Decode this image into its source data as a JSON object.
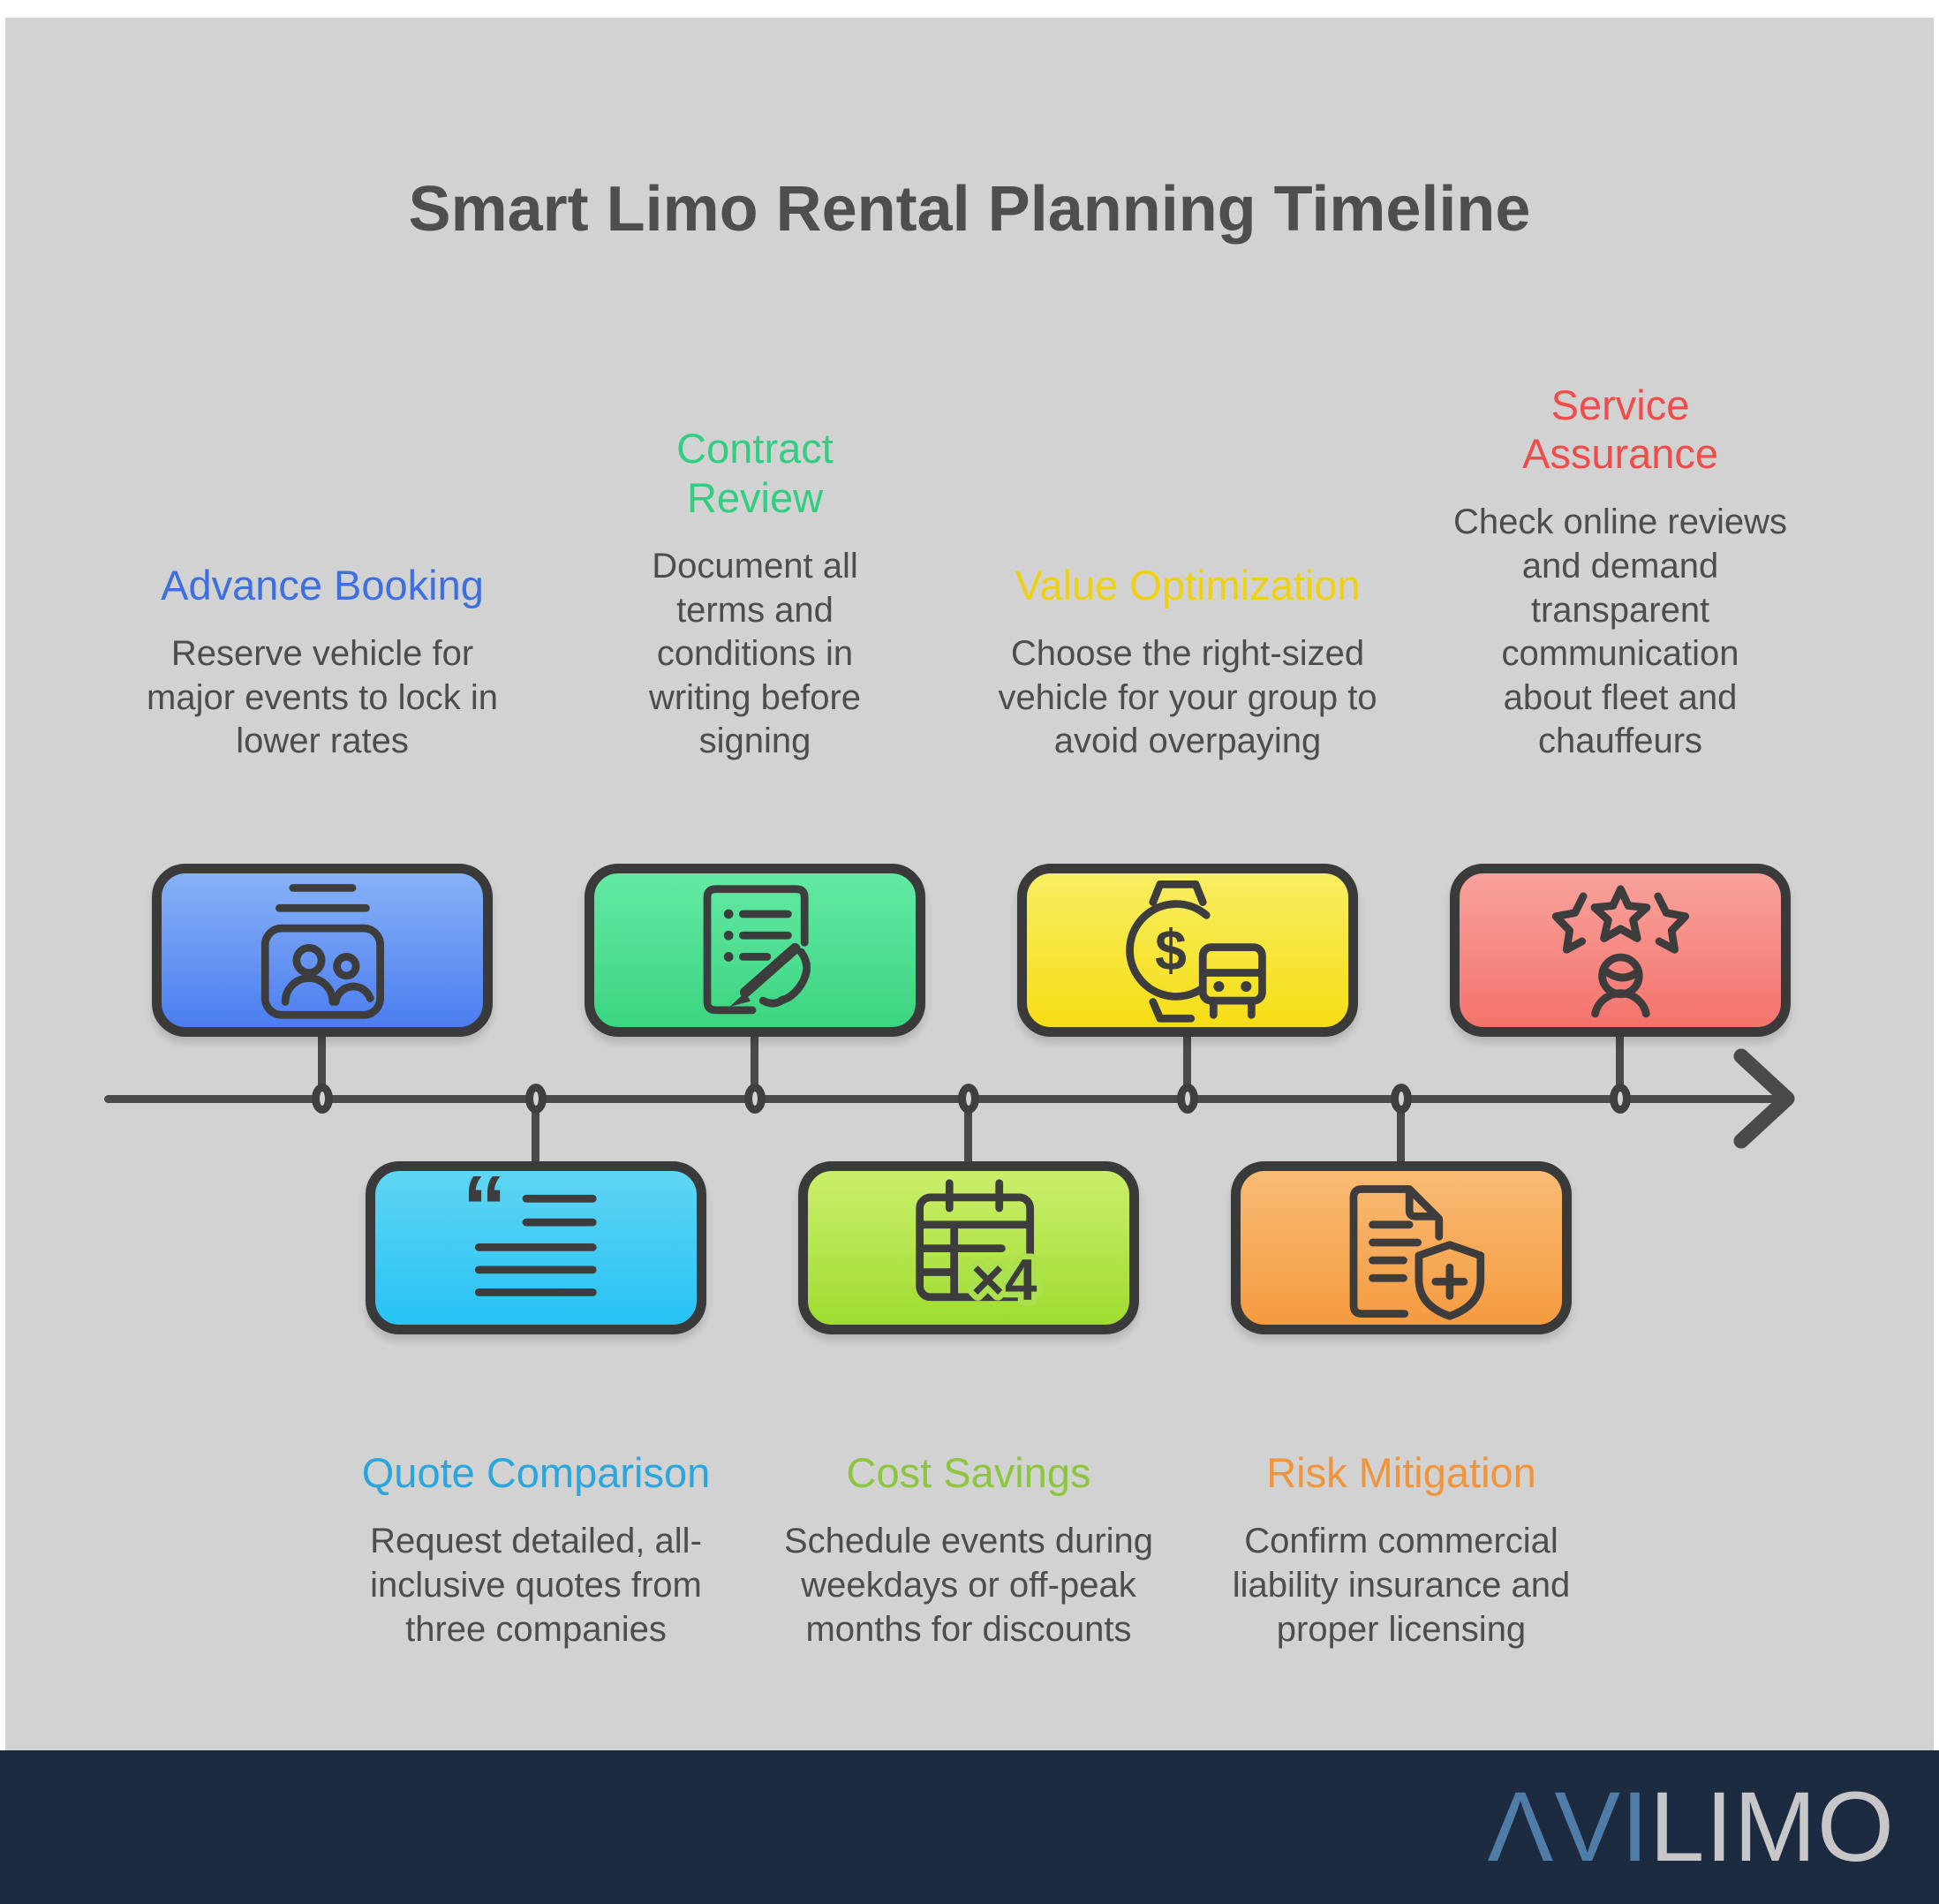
{
  "title": "Smart Limo Rental Planning Timeline",
  "background": {
    "page": "#FFFFFF",
    "canvas": "#D2D2D2"
  },
  "timeline": {
    "direction": "left-to-right",
    "node_count": 7,
    "line_color": "#4A4A4A"
  },
  "steps": [
    {
      "id": "advance-booking",
      "position": "top",
      "title": "Advance Booking",
      "description": "Reserve vehicle for major events to lock in lower rates",
      "accent_color": "#3E6FE1",
      "card_gradient_top": "#87B2F6",
      "card_gradient_bottom": "#4B7DF0",
      "icon": "id-card-people-icon"
    },
    {
      "id": "quote-comparison",
      "position": "bottom",
      "title": "Quote Comparison",
      "description": "Request detailed, all-inclusive quotes from three companies",
      "accent_color": "#2BA6DC",
      "card_gradient_top": "#60D5F3",
      "card_gradient_bottom": "#27C2F5",
      "icon": "quote-testimonial-icon"
    },
    {
      "id": "contract-review",
      "position": "top",
      "title": "Contract Review",
      "description": "Document all terms and conditions in writing before signing",
      "accent_color": "#31CE82",
      "card_gradient_top": "#63E9A4",
      "card_gradient_bottom": "#3BD580",
      "icon": "contract-signing-icon"
    },
    {
      "id": "cost-savings",
      "position": "bottom",
      "title": "Cost Savings",
      "description": "Schedule events during weekdays or off-peak months for discounts",
      "accent_color": "#8CC63F",
      "card_gradient_top": "#CBEF6C",
      "card_gradient_bottom": "#9FDC30",
      "icon": "calendar-x4-icon"
    },
    {
      "id": "value-optimization",
      "position": "top",
      "title": "Value Optimization",
      "description": "Choose the right-sized vehicle for your group to avoid overpaying",
      "accent_color": "#EFD012",
      "card_gradient_top": "#F8EE63",
      "card_gradient_bottom": "#F6DD14",
      "icon": "watch-dollar-vehicle-icon"
    },
    {
      "id": "risk-mitigation",
      "position": "bottom",
      "title": "Risk Mitigation",
      "description": "Confirm commercial liability insurance and proper licensing",
      "accent_color": "#F0953B",
      "card_gradient_top": "#F9BB74",
      "card_gradient_bottom": "#F59B40",
      "icon": "document-shield-icon"
    },
    {
      "id": "service-assurance",
      "position": "top",
      "title": "Service Assurance",
      "description": "Check online reviews and demand transparent communication about fleet and chauffeurs",
      "accent_color": "#EF4C4C",
      "card_gradient_top": "#F9A29C",
      "card_gradient_bottom": "#F4736C",
      "icon": "stars-rating-icon"
    }
  ],
  "footer": {
    "background_color": "#1C2B3F",
    "brand_first": "ΛVI",
    "brand_second": "LIMO",
    "brand_first_color": "#4F7DA8",
    "brand_second_color": "#C7C7C9"
  }
}
